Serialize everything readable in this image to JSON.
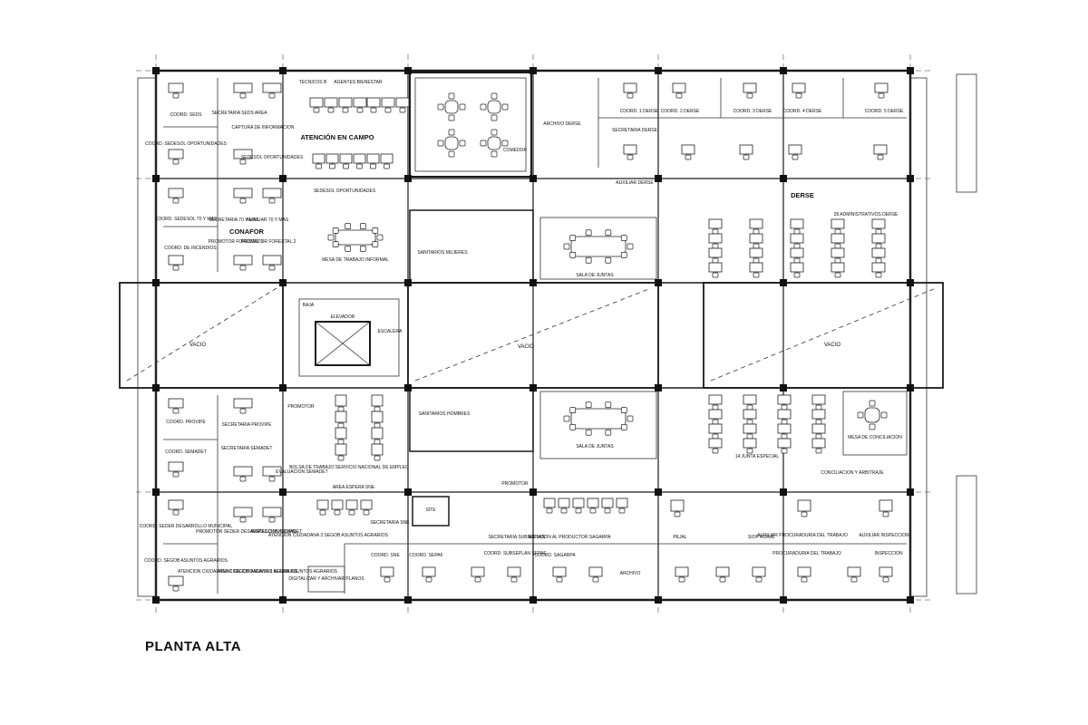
{
  "plan": {
    "title": "PLANTA ALTA",
    "rooms": [
      {
        "id": "coord-sedesol",
        "label": "COORD. SEDESOL OPORTUNIDADES"
      },
      {
        "id": "coord-seds",
        "label": "COORD. SEDS"
      },
      {
        "id": "secretaria-seds-area",
        "label": "SECRETARIA SEDS AREA"
      },
      {
        "id": "captura-info",
        "label": "CAPTURA DE INFORMACION"
      },
      {
        "id": "tecnicos",
        "label": "TECNICOS B"
      },
      {
        "id": "agentes-bienestar",
        "label": "AGENTES BIENESTAR"
      },
      {
        "id": "atencion-campo",
        "label": "ATENCIÓN EN CAMPO"
      },
      {
        "id": "sedesol-oport-1",
        "label": "SEDESOL OPORTUNIDADES"
      },
      {
        "id": "sedesol-oport-2",
        "label": "SEDESOL OPORTUNIDADES"
      },
      {
        "id": "comedor",
        "label": "COMEDOR"
      },
      {
        "id": "archivo-derse",
        "label": "ARCHIVO DERSE"
      },
      {
        "id": "coord-1-derse",
        "label": "COORD. 1 DERSE"
      },
      {
        "id": "coord-2-derse",
        "label": "COORD. 2 DERSE"
      },
      {
        "id": "coord-3-derse",
        "label": "COORD. 3 DERSE"
      },
      {
        "id": "coord-4-derse",
        "label": "COORD. 4 DERSE"
      },
      {
        "id": "coord-5-derse",
        "label": "COORD. 5 DERSE"
      },
      {
        "id": "secretaria-derse",
        "label": "SECRETARIA DERSE"
      },
      {
        "id": "auxiliar-derse",
        "label": "AUXILIAR DERSE"
      },
      {
        "id": "derse",
        "label": "DERSE"
      },
      {
        "id": "administrativos-derse",
        "label": "28 ADMINISTRATIVOS DERSE"
      },
      {
        "id": "coord-sedesol-70",
        "label": "COORD. SEDESOL 70 Y MAS"
      },
      {
        "id": "coord-incendios",
        "label": "COORD. DE INCENDIOS"
      },
      {
        "id": "secretaria-70",
        "label": "SECRETARIA 70 Y MAS"
      },
      {
        "id": "auxiliar-70",
        "label": "AUXILIAR 70 Y MAS"
      },
      {
        "id": "conafor",
        "label": "CONAFOR"
      },
      {
        "id": "promotor-forestal-1",
        "label": "PROMOTOR FORESTAL 1"
      },
      {
        "id": "promotor-forestal-2",
        "label": "PROMOTOR FORESTAL 2"
      },
      {
        "id": "mesa-trabajo",
        "label": "MESA DE TRABAJO INFORMAL"
      },
      {
        "id": "sanitarios-mujeres",
        "label": "SANITARIOS MUJERES"
      },
      {
        "id": "sala-juntas-1",
        "label": "SALA DE JUNTAS"
      },
      {
        "id": "vacio-1",
        "label": "VACIO"
      },
      {
        "id": "vacio-2",
        "label": "VACIO"
      },
      {
        "id": "vacio-3",
        "label": "VACIO"
      },
      {
        "id": "baja",
        "label": "BAJA"
      },
      {
        "id": "elevador",
        "label": "ELEVADOR"
      },
      {
        "id": "escalera",
        "label": "ESCALERA"
      },
      {
        "id": "coord-provipe",
        "label": "COORD. PROVIPE"
      },
      {
        "id": "secretaria-provipe",
        "label": "SECRETARIA PROVIPE"
      },
      {
        "id": "coord-semadet",
        "label": "COORD. SEMADET"
      },
      {
        "id": "secretaria-semadet",
        "label": "SECRETARIA SEMADET"
      },
      {
        "id": "promotor-1",
        "label": "PROMOTOR"
      },
      {
        "id": "evaluacion-semadet",
        "label": "EVALUACION SEMADET"
      },
      {
        "id": "bolsa-trabajo",
        "label": "BOLSA DE TRABAJO SERVICIO NACIONAL DE EMPLEO"
      },
      {
        "id": "sanitarios-hombres",
        "label": "SANITARIOS HOMBRES"
      },
      {
        "id": "sala-juntas-2",
        "label": "SALA DE JUNTAS"
      },
      {
        "id": "junta-especial",
        "label": "14 JUNTA ESPECIAL"
      },
      {
        "id": "mesa-conciliacion",
        "label": "MESA DE CONCILIACION"
      },
      {
        "id": "conciliacion-arbitraje",
        "label": "CONCILIACION Y ARBITRAJE"
      },
      {
        "id": "area-espera",
        "label": "AREA ESPERA SNE"
      },
      {
        "id": "promotor-2",
        "label": "PROMOTOR"
      },
      {
        "id": "coord-seder-desarrollo",
        "label": "COORD. SEDER DESARROLLO MUNICIPAL"
      },
      {
        "id": "promotor-seder",
        "label": "PROMOTOR SEDER DESARROLLO MUNICIPAL"
      },
      {
        "id": "inspeccion-semadet",
        "label": "INSPECCION SEMADET"
      },
      {
        "id": "atencion-ciudadana-3",
        "label": "ATENCION CIUDADANA 3 SEGOB ASUNTOS AGRARIOS"
      },
      {
        "id": "secretaria-sne",
        "label": "SECRETARIA SNE"
      },
      {
        "id": "site",
        "label": "SITE"
      },
      {
        "id": "coord-sne",
        "label": "COORD. SNE"
      },
      {
        "id": "coord-sepaf",
        "label": "COORD. SEPAF"
      },
      {
        "id": "secretaria-subseplan",
        "label": "SECRETARIA SUBSEPLAN"
      },
      {
        "id": "coord-subseplan",
        "label": "COORD. SUBSEPLAN SEPAF"
      },
      {
        "id": "atencion-productor",
        "label": "ATENCION AL PRODUCTOR SAGARPA"
      },
      {
        "id": "coord-sagarpa",
        "label": "COORD. SAGARPA"
      },
      {
        "id": "archivo",
        "label": "ARCHIVO"
      },
      {
        "id": "pejal",
        "label": "PEJAL"
      },
      {
        "id": "siop-rural",
        "label": "SIOP RURAL"
      },
      {
        "id": "auxiliar-procuraduria",
        "label": "AUXILIAR PROCURADURIA DEL TRABAJO"
      },
      {
        "id": "procuraduria",
        "label": "PROCURADURIA DEL TRABAJO"
      },
      {
        "id": "auxiliar-inspeccion",
        "label": "AUXILIAR INSPECCION"
      },
      {
        "id": "inspeccion",
        "label": "INSPECCION"
      },
      {
        "id": "coord-segob",
        "label": "COORD. SEGOB ASUNTOS AGRARIOS"
      },
      {
        "id": "atencion-ciudadana-1",
        "label": "ATENCION CIUDADANA 1 SEGOB ASUNTOS AGRARIOS"
      },
      {
        "id": "atencion-ciudadana-2",
        "label": "ATENCION CIUDADANA 2 SEGOB ASUNTOS AGRARIOS"
      },
      {
        "id": "digitalizar",
        "label": "DIGITALIZAR Y ARCHIVAR PLANOS"
      }
    ]
  },
  "colors": {
    "line": "#1a1a1a",
    "background": "#ffffff",
    "grid": "#777777"
  }
}
